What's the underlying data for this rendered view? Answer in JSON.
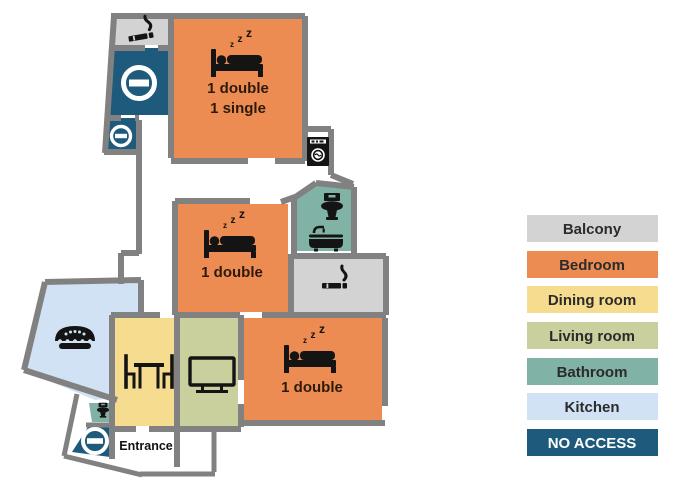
{
  "legend": {
    "items": [
      {
        "label": "Balcony",
        "color": "#d3d3d3"
      },
      {
        "label": "Bedroom",
        "color": "#ec8c52"
      },
      {
        "label": "Dining room",
        "color": "#f6dc8e"
      },
      {
        "label": "Living room",
        "color": "#c9cf9d"
      },
      {
        "label": "Bathroom",
        "color": "#80b2a6"
      },
      {
        "label": "Kitchen",
        "color": "#d0e2f4"
      },
      {
        "label": "NO ACCESS",
        "color": "#1d5a7c"
      }
    ]
  },
  "rooms": {
    "bedroom_top": {
      "line1": "1 double",
      "line2": "1 single"
    },
    "bedroom_middle": {
      "label": "1 double"
    },
    "bedroom_bottom": {
      "label": "1 double"
    },
    "entrance": {
      "label": "Entrance"
    }
  },
  "icons": {
    "z": "z"
  },
  "colors": {
    "wall": "#818181",
    "balcony": "#d3d3d3",
    "bedroom": "#ec8c52",
    "dining_room": "#f6dc8e",
    "living_room": "#c9cf9d",
    "bathroom": "#80b2a6",
    "kitchen": "#d0e2f4",
    "no_access": "#1d5a7c",
    "icon": "#141414",
    "room_text": "#2e1a0c"
  }
}
